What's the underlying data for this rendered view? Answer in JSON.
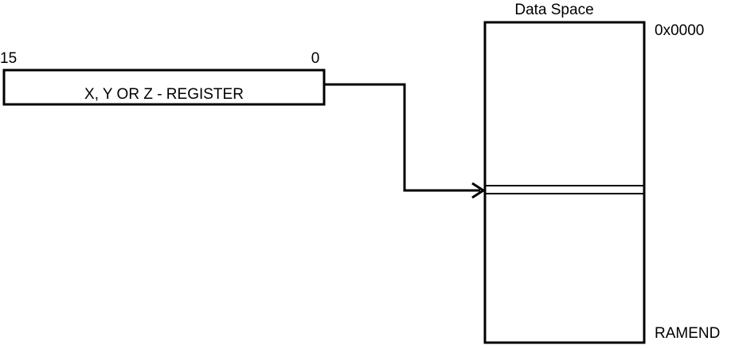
{
  "register": {
    "label": "X, Y OR Z - REGISTER",
    "high_bit": "15",
    "low_bit": "0"
  },
  "data_space": {
    "title": "Data Space",
    "start_address": "0x0000",
    "end_address": "RAMEND"
  },
  "colors": {
    "line": "#000000",
    "background": "#ffffff"
  }
}
